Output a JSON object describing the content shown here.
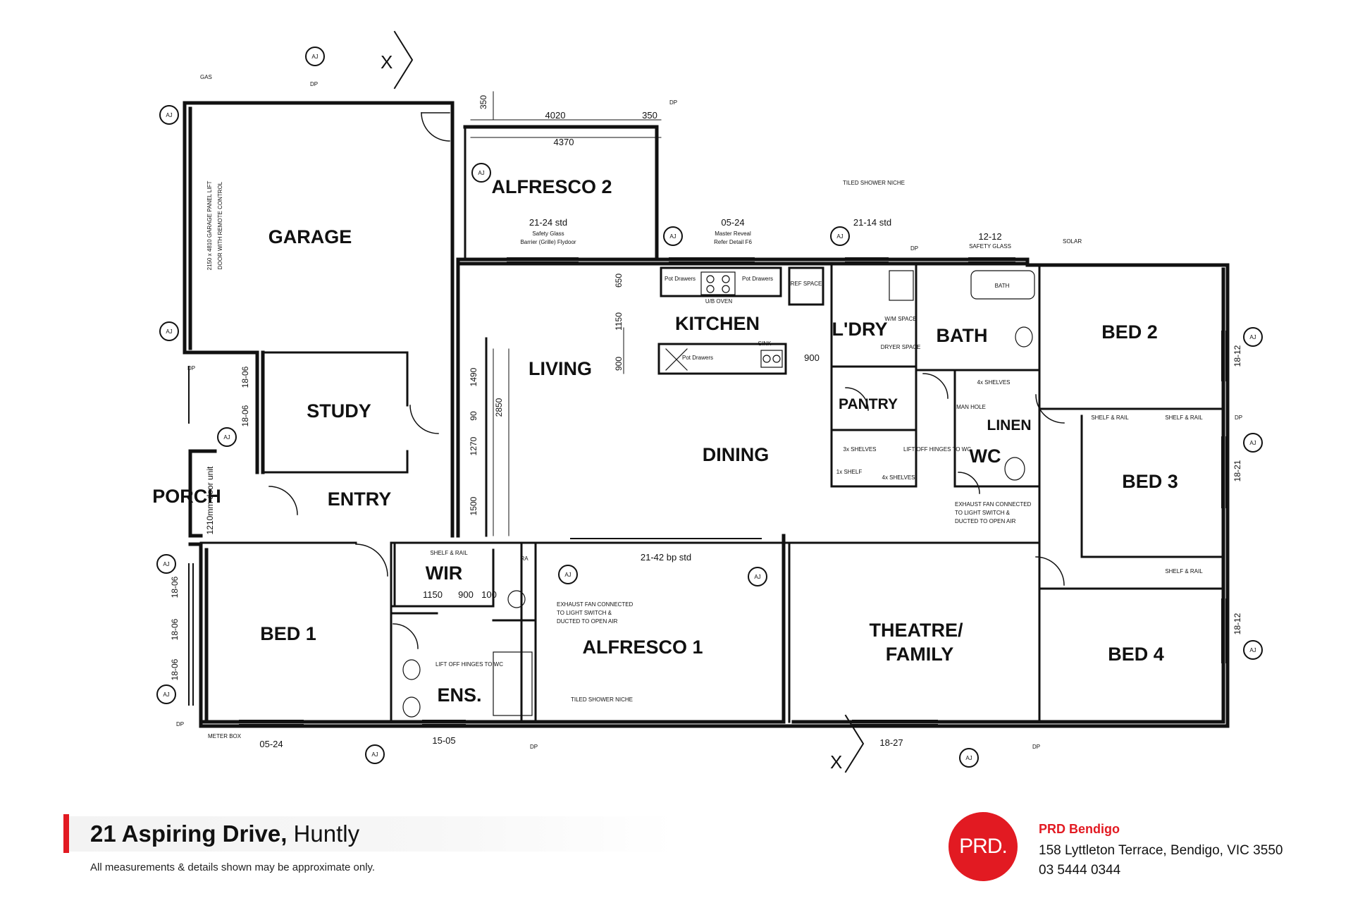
{
  "rooms": {
    "garage": "GARAGE",
    "alfresco2": "ALFRESCO 2",
    "kitchen": "KITCHEN",
    "laundry": "L'DRY",
    "bath": "BATH",
    "bed2": "BED 2",
    "living": "LIVING",
    "study": "STUDY",
    "pantry": "PANTRY",
    "linen": "LINEN",
    "dining": "DINING",
    "wc": "WC",
    "bed3": "BED 3",
    "porch": "PORCH",
    "entry": "ENTRY",
    "wir": "WIR",
    "bed1": "BED 1",
    "alfresco1": "ALFRESCO 1",
    "theatre1": "THEATRE/",
    "theatre2": "FAMILY",
    "bed4": "BED 4",
    "ens": "ENS."
  },
  "dimensions": {
    "d4020": "4020",
    "d350": "350",
    "d4370": "4370",
    "d350v": "350",
    "d650": "650",
    "d1150v": "1150",
    "d900v": "900",
    "d1490": "1490",
    "d90": "90",
    "d1270": "1270",
    "d2850": "2850",
    "d1500": "1500",
    "d900h": "900",
    "wir1150": "1150",
    "wir900": "900",
    "wir100": "100",
    "d1210": "1210mm door unit"
  },
  "window_codes": {
    "w0524a": "05-24",
    "w1505": "15-05",
    "w1827": "18-27",
    "w1812a": "18-12",
    "w1821": "18-21",
    "w1812b": "18-12",
    "w1806a": "18-06",
    "w1806b": "18-06",
    "w1806c": "18-06",
    "w1806d": "18-06",
    "w1806e": "18-06",
    "w2124": "21-24 std",
    "w0524b": "05-24",
    "w2114": "21-14 std",
    "w1212": "12-12",
    "w2142": "21-42 bp std"
  },
  "markers": {
    "aj": "AJ",
    "dp": "DP",
    "x": "X",
    "gas": "GAS",
    "solar": "SOLAR",
    "meter": "METER BOX"
  },
  "notes": {
    "garage_door1": "2150 x 4810 GARAGE PANEL LIFT",
    "garage_door2": "DOOR WITH REMOTE CONTROL",
    "safety_glass": "Safety Glass",
    "barrier_flydoor": "Barrier (Grille) Flydoor",
    "master_reveal": "Master Reveal",
    "refer_detail": "Refer Detail F6",
    "tiled_niche": "TILED SHOWER NICHE",
    "safety_glass_caps": "SAFETY GLASS",
    "pot_drawers": "Pot Drawers",
    "uo_oven": "U/B OVEN",
    "sink": "SINK",
    "fridge": "REF SPACE",
    "washer": "W/M SPACE",
    "dryer": "DRYER SPACE",
    "bath_tub": "BATH",
    "shelves4": "4x SHELVES",
    "shelves3": "3x SHELVES",
    "shelf1": "1x SHELF",
    "shelves4b": "4x SHELVES",
    "lift_off": "LIFT OFF HINGES TO WC",
    "exhaust1": "EXHAUST FAN CONNECTED",
    "exhaust2": "TO LIGHT SWITCH &",
    "exhaust3": "DUCTED TO OPEN AIR",
    "shelf_rail": "SHELF & RAIL",
    "ra": "RA",
    "tiled_shower_niche": "TILED SHOWER NICHE",
    "lift_off_ens": "LIFT OFF HINGES TO WC",
    "manhole": "MAN HOLE"
  },
  "footer": {
    "address_bold": "21 Aspiring Drive,",
    "address_suburb": "Huntly",
    "disclaimer": "All measurements & details shown may be approximate only.",
    "logo": "PRD.",
    "agency": "PRD Bendigo",
    "agency_address": "158 Lyttleton Terrace, Bendigo, VIC 3550",
    "agency_phone": "03 5444 0344"
  },
  "colors": {
    "brand_red": "#e21a22",
    "line": "#111111"
  }
}
